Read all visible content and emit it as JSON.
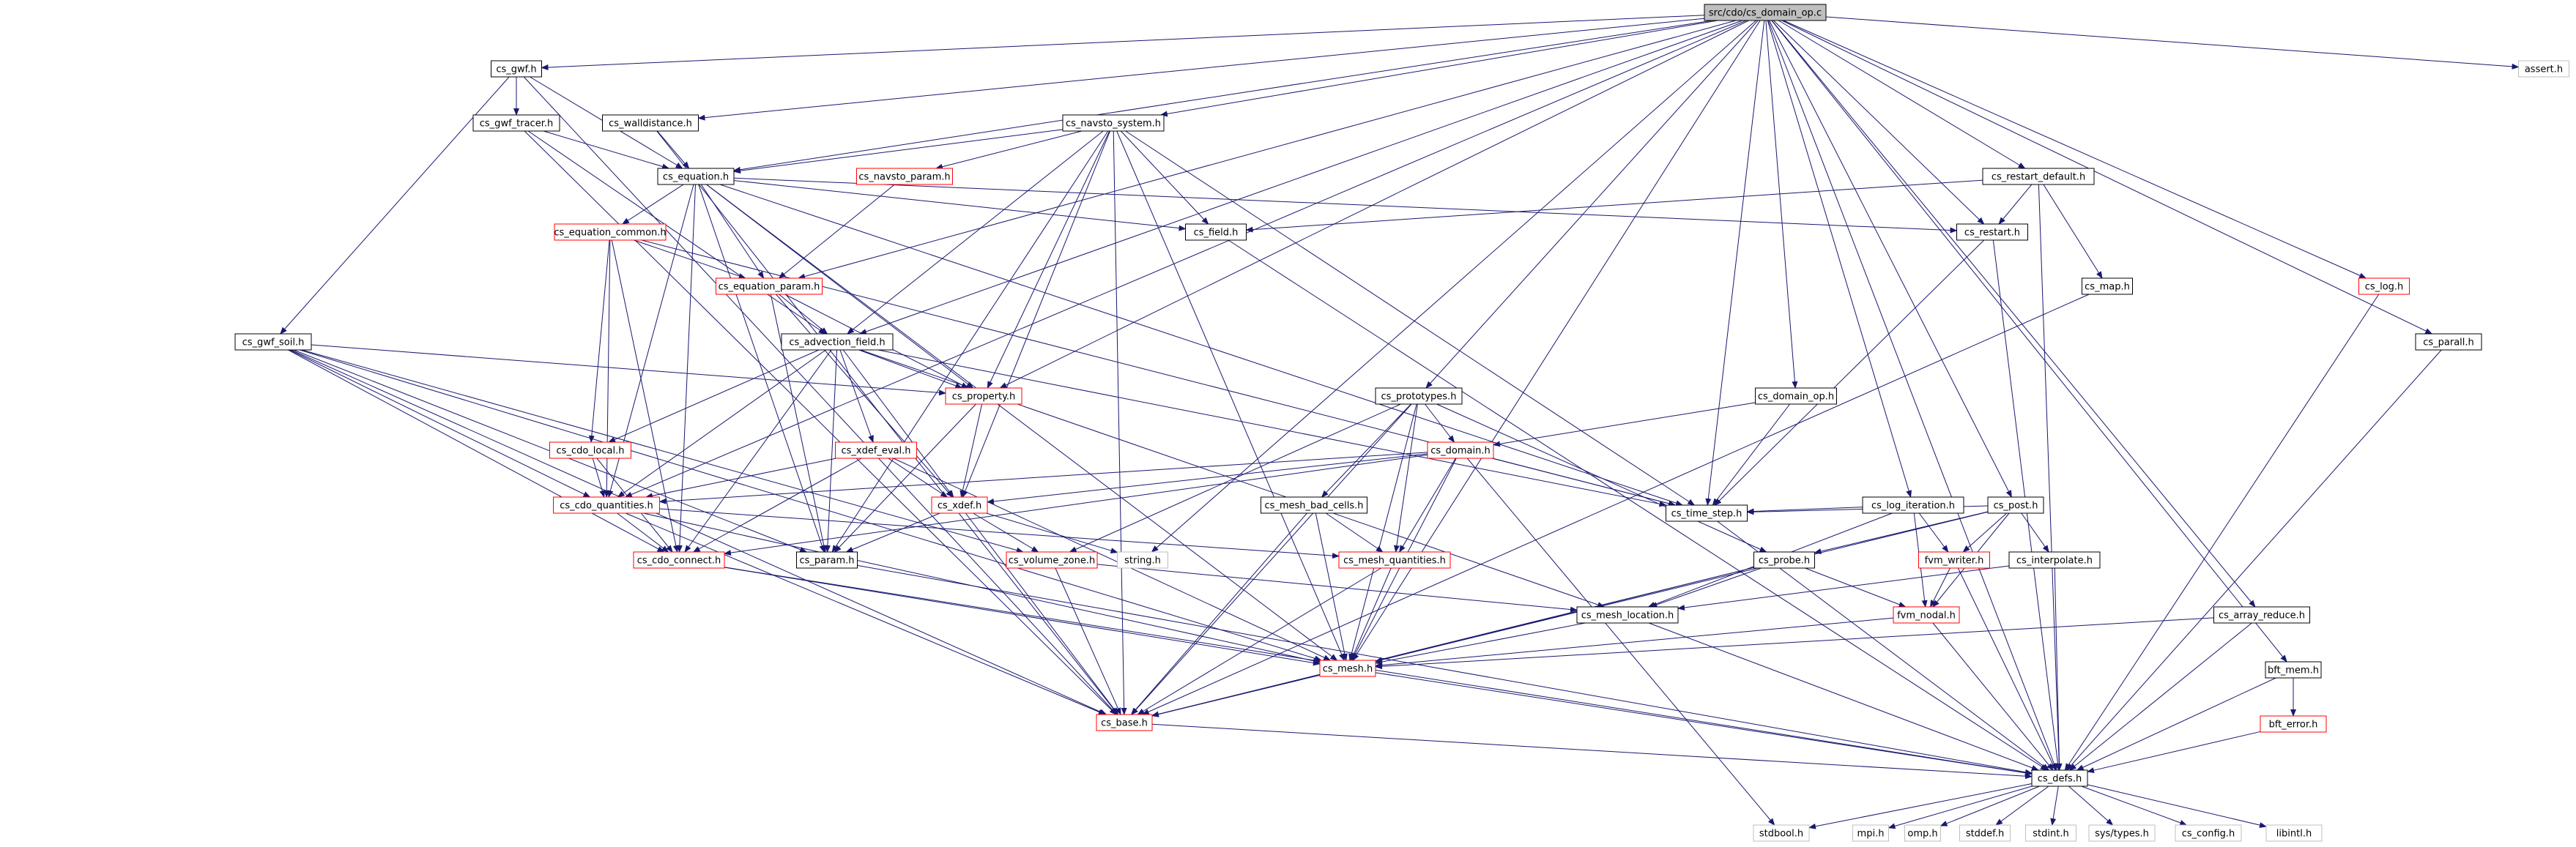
{
  "title": "src/cdo/cs_domain_op.c",
  "colors": {
    "edge": "#191970",
    "root_fill": "#bfbfbf",
    "node_border": "#000000",
    "external_border": "#bfbfbf",
    "unexpanded_border": "#ff0000",
    "background": "#ffffff"
  },
  "node_kinds": [
    "root",
    "header",
    "unexpanded",
    "external"
  ],
  "nodes": [
    {
      "id": "root",
      "label": "src/cdo/cs_domain_op.c",
      "kind": "root"
    },
    {
      "id": "gwf",
      "label": "cs_gwf.h",
      "kind": "header"
    },
    {
      "id": "gwf_tracer",
      "label": "cs_gwf_tracer.h",
      "kind": "header"
    },
    {
      "id": "gwf_soil",
      "label": "cs_gwf_soil.h",
      "kind": "header"
    },
    {
      "id": "walldistance",
      "label": "cs_walldistance.h",
      "kind": "header"
    },
    {
      "id": "equation",
      "label": "cs_equation.h",
      "kind": "header"
    },
    {
      "id": "equation_common",
      "label": "cs_equation_common.h",
      "kind": "unexpanded"
    },
    {
      "id": "equation_param",
      "label": "cs_equation_param.h",
      "kind": "unexpanded"
    },
    {
      "id": "advection_field",
      "label": "cs_advection_field.h",
      "kind": "header"
    },
    {
      "id": "property",
      "label": "cs_property.h",
      "kind": "unexpanded"
    },
    {
      "id": "cdo_local",
      "label": "cs_cdo_local.h",
      "kind": "unexpanded"
    },
    {
      "id": "xdef_eval",
      "label": "cs_xdef_eval.h",
      "kind": "unexpanded"
    },
    {
      "id": "cdo_quantities",
      "label": "cs_cdo_quantities.h",
      "kind": "unexpanded"
    },
    {
      "id": "xdef",
      "label": "cs_xdef.h",
      "kind": "unexpanded"
    },
    {
      "id": "cdo_connect",
      "label": "cs_cdo_connect.h",
      "kind": "unexpanded"
    },
    {
      "id": "param",
      "label": "cs_param.h",
      "kind": "header"
    },
    {
      "id": "volume_zone",
      "label": "cs_volume_zone.h",
      "kind": "unexpanded"
    },
    {
      "id": "string",
      "label": "string.h",
      "kind": "external"
    },
    {
      "id": "navsto_system",
      "label": "cs_navsto_system.h",
      "kind": "header"
    },
    {
      "id": "navsto_param",
      "label": "cs_navsto_param.h",
      "kind": "unexpanded"
    },
    {
      "id": "field",
      "label": "cs_field.h",
      "kind": "header"
    },
    {
      "id": "prototypes",
      "label": "cs_prototypes.h",
      "kind": "header"
    },
    {
      "id": "domain",
      "label": "cs_domain.h",
      "kind": "unexpanded"
    },
    {
      "id": "mesh_bad_cells",
      "label": "cs_mesh_bad_cells.h",
      "kind": "header"
    },
    {
      "id": "mesh_quantities",
      "label": "cs_mesh_quantities.h",
      "kind": "unexpanded"
    },
    {
      "id": "domain_op",
      "label": "cs_domain_op.h",
      "kind": "header"
    },
    {
      "id": "time_step",
      "label": "cs_time_step.h",
      "kind": "header"
    },
    {
      "id": "probe",
      "label": "cs_probe.h",
      "kind": "header"
    },
    {
      "id": "mesh_location",
      "label": "cs_mesh_location.h",
      "kind": "header"
    },
    {
      "id": "mesh",
      "label": "cs_mesh.h",
      "kind": "unexpanded"
    },
    {
      "id": "base",
      "label": "cs_base.h",
      "kind": "unexpanded"
    },
    {
      "id": "log_iteration",
      "label": "cs_log_iteration.h",
      "kind": "header"
    },
    {
      "id": "post",
      "label": "cs_post.h",
      "kind": "header"
    },
    {
      "id": "fvm_writer",
      "label": "fvm_writer.h",
      "kind": "unexpanded"
    },
    {
      "id": "interpolate",
      "label": "cs_interpolate.h",
      "kind": "header"
    },
    {
      "id": "fvm_nodal",
      "label": "fvm_nodal.h",
      "kind": "unexpanded"
    },
    {
      "id": "restart_default",
      "label": "cs_restart_default.h",
      "kind": "header"
    },
    {
      "id": "restart",
      "label": "cs_restart.h",
      "kind": "header"
    },
    {
      "id": "map",
      "label": "cs_map.h",
      "kind": "header"
    },
    {
      "id": "log",
      "label": "cs_log.h",
      "kind": "unexpanded"
    },
    {
      "id": "parall",
      "label": "cs_parall.h",
      "kind": "header"
    },
    {
      "id": "array_reduce",
      "label": "cs_array_reduce.h",
      "kind": "header"
    },
    {
      "id": "bft_mem",
      "label": "bft_mem.h",
      "kind": "header"
    },
    {
      "id": "bft_error",
      "label": "bft_error.h",
      "kind": "unexpanded"
    },
    {
      "id": "defs",
      "label": "cs_defs.h",
      "kind": "header"
    },
    {
      "id": "assert",
      "label": "assert.h",
      "kind": "external"
    },
    {
      "id": "stdbool",
      "label": "stdbool.h",
      "kind": "external"
    },
    {
      "id": "mpi",
      "label": "mpi.h",
      "kind": "external"
    },
    {
      "id": "omp",
      "label": "omp.h",
      "kind": "external"
    },
    {
      "id": "stddef",
      "label": "stddef.h",
      "kind": "external"
    },
    {
      "id": "stdint",
      "label": "stdint.h",
      "kind": "external"
    },
    {
      "id": "sys_types",
      "label": "sys/types.h",
      "kind": "external"
    },
    {
      "id": "config",
      "label": "cs_config.h",
      "kind": "external"
    },
    {
      "id": "libintl",
      "label": "libintl.h",
      "kind": "external"
    }
  ],
  "edges": [
    [
      "root",
      "gwf"
    ],
    [
      "root",
      "walldistance"
    ],
    [
      "root",
      "equation"
    ],
    [
      "root",
      "equation_param"
    ],
    [
      "root",
      "advection_field"
    ],
    [
      "root",
      "property"
    ],
    [
      "root",
      "cdo_quantities"
    ],
    [
      "root",
      "navsto_system"
    ],
    [
      "root",
      "prototypes"
    ],
    [
      "root",
      "domain_op"
    ],
    [
      "root",
      "string"
    ],
    [
      "root",
      "time_step"
    ],
    [
      "root",
      "log_iteration"
    ],
    [
      "root",
      "post"
    ],
    [
      "root",
      "restart_default"
    ],
    [
      "root",
      "restart"
    ],
    [
      "root",
      "log"
    ],
    [
      "root",
      "parall"
    ],
    [
      "root",
      "array_reduce"
    ],
    [
      "root",
      "bft_mem"
    ],
    [
      "root",
      "defs"
    ],
    [
      "root",
      "assert"
    ],
    [
      "root",
      "mesh"
    ],
    [
      "gwf",
      "gwf_tracer"
    ],
    [
      "gwf",
      "gwf_soil"
    ],
    [
      "gwf",
      "equation"
    ],
    [
      "gwf",
      "base"
    ],
    [
      "gwf_tracer",
      "equation"
    ],
    [
      "gwf_tracer",
      "advection_field"
    ],
    [
      "gwf_tracer",
      "base"
    ],
    [
      "walldistance",
      "equation"
    ],
    [
      "walldistance",
      "base"
    ],
    [
      "equation",
      "equation_common"
    ],
    [
      "equation",
      "equation_param"
    ],
    [
      "equation",
      "field"
    ],
    [
      "equation",
      "restart"
    ],
    [
      "equation",
      "cdo_quantities"
    ],
    [
      "equation",
      "cdo_connect"
    ],
    [
      "equation",
      "mesh"
    ],
    [
      "equation",
      "time_step"
    ],
    [
      "equation",
      "param"
    ],
    [
      "equation",
      "property"
    ],
    [
      "equation_common",
      "equation_param"
    ],
    [
      "equation_common",
      "cdo_local"
    ],
    [
      "equation_common",
      "cdo_quantities"
    ],
    [
      "equation_common",
      "cdo_connect"
    ],
    [
      "equation_common",
      "time_step"
    ],
    [
      "equation_param",
      "advection_field"
    ],
    [
      "equation_param",
      "property"
    ],
    [
      "equation_param",
      "param"
    ],
    [
      "equation_param",
      "xdef"
    ],
    [
      "advection_field",
      "property"
    ],
    [
      "advection_field",
      "xdef_eval"
    ],
    [
      "advection_field",
      "xdef"
    ],
    [
      "advection_field",
      "cdo_quantities"
    ],
    [
      "advection_field",
      "cdo_connect"
    ],
    [
      "advection_field",
      "param"
    ],
    [
      "advection_field",
      "cdo_local"
    ],
    [
      "advection_field",
      "mesh_location"
    ],
    [
      "advection_field",
      "time_step"
    ],
    [
      "property",
      "xdef"
    ],
    [
      "property",
      "param"
    ],
    [
      "cdo_local",
      "cdo_quantities"
    ],
    [
      "cdo_local",
      "cdo_connect"
    ],
    [
      "xdef_eval",
      "xdef"
    ],
    [
      "xdef_eval",
      "cdo_quantities"
    ],
    [
      "xdef_eval",
      "cdo_connect"
    ],
    [
      "xdef_eval",
      "mesh"
    ],
    [
      "cdo_quantities",
      "cdo_connect"
    ],
    [
      "cdo_quantities",
      "mesh_quantities"
    ],
    [
      "cdo_quantities",
      "base"
    ],
    [
      "cdo_quantities",
      "mesh"
    ],
    [
      "xdef",
      "param"
    ],
    [
      "xdef",
      "volume_zone"
    ],
    [
      "xdef",
      "string"
    ],
    [
      "xdef",
      "base"
    ],
    [
      "cdo_connect",
      "mesh"
    ],
    [
      "cdo_connect",
      "defs"
    ],
    [
      "param",
      "defs"
    ],
    [
      "volume_zone",
      "mesh_location"
    ],
    [
      "volume_zone",
      "base"
    ],
    [
      "gwf_soil",
      "property"
    ],
    [
      "gwf_soil",
      "cdo_quantities"
    ],
    [
      "gwf_soil",
      "cdo_connect"
    ],
    [
      "gwf_soil",
      "param"
    ],
    [
      "gwf_soil",
      "mesh"
    ],
    [
      "gwf_soil",
      "base"
    ],
    [
      "gwf_soil",
      "volume_zone"
    ],
    [
      "navsto_system",
      "navsto_param"
    ],
    [
      "navsto_system",
      "equation"
    ],
    [
      "navsto_system",
      "field"
    ],
    [
      "navsto_system",
      "advection_field"
    ],
    [
      "navsto_system",
      "property"
    ],
    [
      "navsto_system",
      "xdef"
    ],
    [
      "navsto_system",
      "param"
    ],
    [
      "navsto_system",
      "mesh"
    ],
    [
      "navsto_system",
      "time_step"
    ],
    [
      "navsto_system",
      "base"
    ],
    [
      "navsto_param",
      "equation_param"
    ],
    [
      "field",
      "defs"
    ],
    [
      "prototypes",
      "domain"
    ],
    [
      "prototypes",
      "mesh_bad_cells"
    ],
    [
      "prototypes",
      "mesh_quantities"
    ],
    [
      "prototypes",
      "probe"
    ],
    [
      "prototypes",
      "volume_zone"
    ],
    [
      "prototypes",
      "base"
    ],
    [
      "prototypes",
      "mesh"
    ],
    [
      "domain",
      "cdo_quantities"
    ],
    [
      "domain",
      "xdef"
    ],
    [
      "domain",
      "cdo_connect"
    ],
    [
      "domain",
      "mesh_quantities"
    ],
    [
      "domain",
      "mesh"
    ],
    [
      "domain",
      "time_step"
    ],
    [
      "domain",
      "stdbool"
    ],
    [
      "mesh_bad_cells",
      "mesh_quantities"
    ],
    [
      "mesh_bad_cells",
      "mesh"
    ],
    [
      "mesh_bad_cells",
      "base"
    ],
    [
      "mesh_quantities",
      "mesh"
    ],
    [
      "mesh_quantities",
      "base"
    ],
    [
      "domain_op",
      "domain"
    ],
    [
      "domain_op",
      "time_step"
    ],
    [
      "time_step",
      "defs"
    ],
    [
      "probe",
      "mesh_location"
    ],
    [
      "probe",
      "mesh"
    ],
    [
      "probe",
      "fvm_nodal"
    ],
    [
      "probe",
      "base"
    ],
    [
      "mesh_location",
      "mesh"
    ],
    [
      "mesh_location",
      "defs"
    ],
    [
      "mesh",
      "base"
    ],
    [
      "mesh",
      "defs"
    ],
    [
      "base",
      "defs"
    ],
    [
      "log_iteration",
      "time_step"
    ],
    [
      "log_iteration",
      "mesh_location"
    ],
    [
      "log_iteration",
      "fvm_writer"
    ],
    [
      "log_iteration",
      "fvm_nodal"
    ],
    [
      "post",
      "time_step"
    ],
    [
      "post",
      "fvm_writer"
    ],
    [
      "post",
      "fvm_nodal"
    ],
    [
      "post",
      "interpolate"
    ],
    [
      "post",
      "probe"
    ],
    [
      "post",
      "base"
    ],
    [
      "fvm_writer",
      "fvm_nodal"
    ],
    [
      "fvm_writer",
      "defs"
    ],
    [
      "interpolate",
      "mesh_location"
    ],
    [
      "interpolate",
      "defs"
    ],
    [
      "fvm_nodal",
      "mesh"
    ],
    [
      "fvm_nodal",
      "defs"
    ],
    [
      "restart_default",
      "restart"
    ],
    [
      "restart_default",
      "field"
    ],
    [
      "restart_default",
      "map"
    ],
    [
      "restart_default",
      "defs"
    ],
    [
      "restart",
      "time_step"
    ],
    [
      "restart",
      "defs"
    ],
    [
      "map",
      "base"
    ],
    [
      "log",
      "defs"
    ],
    [
      "parall",
      "defs"
    ],
    [
      "array_reduce",
      "mesh"
    ],
    [
      "array_reduce",
      "defs"
    ],
    [
      "bft_mem",
      "bft_error"
    ],
    [
      "bft_mem",
      "defs"
    ],
    [
      "bft_error",
      "defs"
    ],
    [
      "defs",
      "stdbool"
    ],
    [
      "defs",
      "mpi"
    ],
    [
      "defs",
      "omp"
    ],
    [
      "defs",
      "stddef"
    ],
    [
      "defs",
      "stdint"
    ],
    [
      "defs",
      "sys_types"
    ],
    [
      "defs",
      "config"
    ],
    [
      "defs",
      "libintl"
    ]
  ]
}
